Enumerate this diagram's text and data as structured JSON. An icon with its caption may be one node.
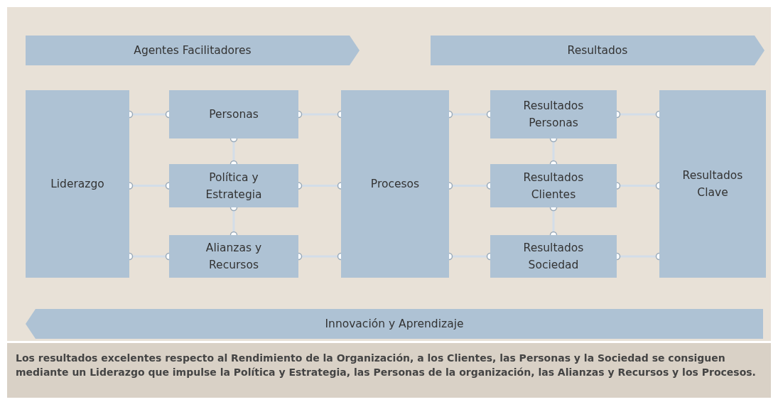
{
  "diagram": {
    "caption": "Los resultados excelentes respecto al Rendimiento de la Organización, a los Clientes, las Personas y la Sociedad se consiguen mediante un Liderazgo que impulse la Política y Estrategia, las Personas de la organización, las Alianzas y Recursos y los Procesos.",
    "nodes": [
      {
        "text": [
          "Agentes Facilitadores"
        ]
      },
      {
        "text": [
          "Resultados"
        ]
      },
      {
        "text": [
          "Liderazgo"
        ]
      },
      {
        "text": [
          "Personas"
        ]
      },
      {
        "text": [
          "Política y Estrategia"
        ]
      },
      {
        "text": [
          "Alianzas y Recursos"
        ]
      },
      {
        "text": [
          "Procesos"
        ]
      },
      {
        "text": [
          "Resultados Personas"
        ]
      },
      {
        "text": [
          "Resultados Clientes"
        ]
      },
      {
        "text": [
          "Resultados Sociedad"
        ]
      },
      {
        "text": [
          "Resultados Clave"
        ]
      },
      {
        "text": [
          "Innovación y Aprendizaje"
        ]
      }
    ],
    "edges": [
      {
        "from": 2,
        "to": 3,
        "arrow": "other"
      },
      {
        "from": 2,
        "to": 4,
        "arrow": "other"
      },
      {
        "from": 2,
        "to": 5,
        "arrow": "other"
      },
      {
        "from": 3,
        "to": 4,
        "arrow": "other"
      },
      {
        "from": 4,
        "to": 5,
        "arrow": "other"
      },
      {
        "from": 3,
        "to": 6,
        "arrow": "other"
      },
      {
        "from": 4,
        "to": 6,
        "arrow": "other"
      },
      {
        "from": 5,
        "to": 6,
        "arrow": "other"
      },
      {
        "from": 6,
        "to": 7,
        "arrow": "other"
      },
      {
        "from": 6,
        "to": 8,
        "arrow": "other"
      },
      {
        "from": 6,
        "to": 9,
        "arrow": "other"
      },
      {
        "from": 7,
        "to": 8,
        "arrow": "other"
      },
      {
        "from": 8,
        "to": 9,
        "arrow": "other"
      },
      {
        "from": 7,
        "to": 10,
        "arrow": "other"
      },
      {
        "from": 8,
        "to": 10,
        "arrow": "other"
      },
      {
        "from": 9,
        "to": 10,
        "arrow": "other"
      }
    ]
  }
}
